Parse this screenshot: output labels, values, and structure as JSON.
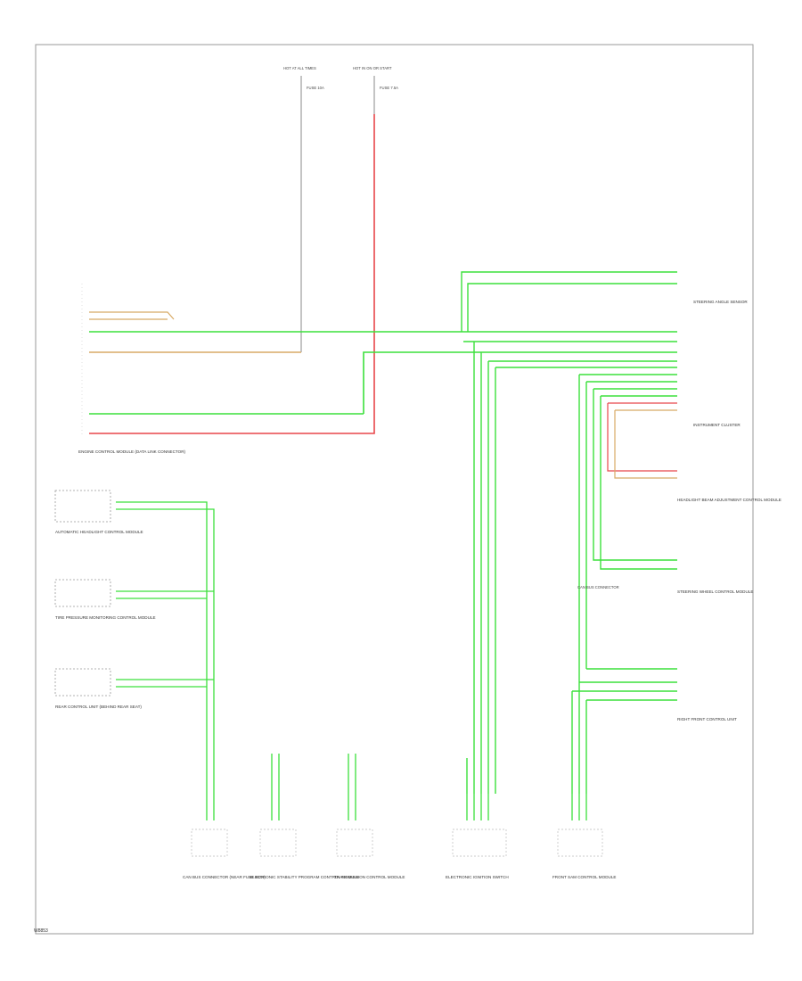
{
  "diagram_code": "W8853",
  "wire_colors": {
    "green": "#3ce03c",
    "green_light": "#b8f2b0",
    "red": "#e8464a",
    "tan": "#d8aa66",
    "gray": "#888888",
    "frame": "#999999"
  },
  "power_feeds": [
    {
      "label": "HOT AT ALL TIMES"
    },
    {
      "label": "HOT IN ON OR START"
    }
  ],
  "fuse_notes": [
    "FUSE 10A",
    "FUSE 7.5A"
  ],
  "right_components": [
    {
      "name": "STEERING ANGLE SENSOR"
    },
    {
      "name": "INSTRUMENT CLUSTER"
    },
    {
      "name": "HEADLIGHT BEAM ADJUSTMENT CONTROL MODULE"
    },
    {
      "name": "STEERING WHEEL CONTROL MODULE"
    },
    {
      "name": "RIGHT FRONT CONTROL UNIT"
    }
  ],
  "left_components": [
    {
      "name": "ENGINE CONTROL MODULE (DATA LINK CONNECTOR)"
    },
    {
      "name": "AUTOMATIC HEADLIGHT CONTROL MODULE"
    },
    {
      "name": "TIRE PRESSURE MONITORING CONTROL MODULE"
    },
    {
      "name": "REAR CONTROL UNIT (BEHIND REAR SEAT)"
    }
  ],
  "bottom_components": [
    {
      "name": "CAN BUS CONNECTOR (NEAR FUSE BOX)"
    },
    {
      "name": "ELECTRONIC STABILITY PROGRAM CONTROL MODULE"
    },
    {
      "name": "TRANSMISSION CONTROL MODULE"
    },
    {
      "name": "ELECTRONIC IGNITION SWITCH"
    },
    {
      "name": "FRONT SAM CONTROL MODULE"
    }
  ],
  "splice_note": "CAN BUS CONNECTOR"
}
